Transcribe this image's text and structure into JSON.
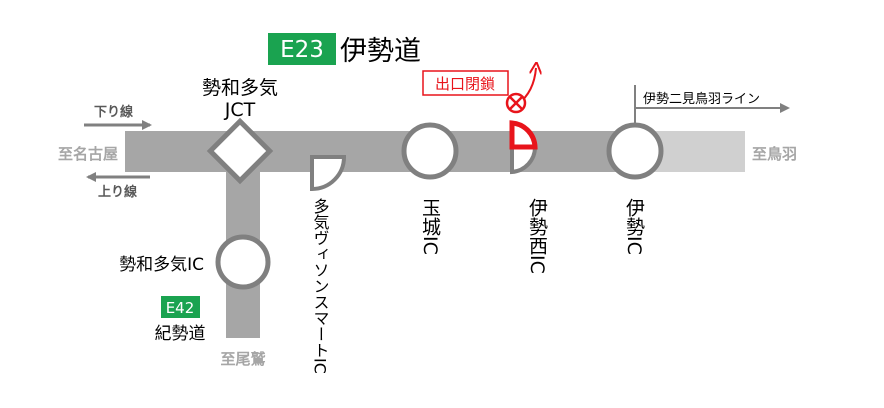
{
  "route": {
    "code": "E23",
    "name": "伊勢道",
    "code_color": "#1aa350"
  },
  "branch_route": {
    "code": "E42",
    "name": "紀勢道",
    "code_color": "#1aa350"
  },
  "directions": {
    "west": "至名古屋",
    "east": "至鳥羽",
    "south": "至尾鷲"
  },
  "lanes": {
    "down": "下り線",
    "up": "上り線"
  },
  "junction": {
    "line1": "勢和多気",
    "line2": "JCT"
  },
  "interchanges": {
    "seiwa_taki": "勢和多気IC",
    "taki_smart": "多気ヴィソンスマートIC",
    "tamaki": "玉城IC",
    "ise_nishi": "伊勢西IC",
    "ise": "伊勢IC"
  },
  "connector": "伊勢二見鳥羽ライン",
  "closure": {
    "label": "出口閉鎖",
    "color": "#e8141b"
  },
  "colors": {
    "road": "#a6a6a6",
    "road_light": "#d0d0d0",
    "node_stroke": "#808080",
    "direction_text": "#a6a6a6",
    "arrow": "#808080"
  }
}
